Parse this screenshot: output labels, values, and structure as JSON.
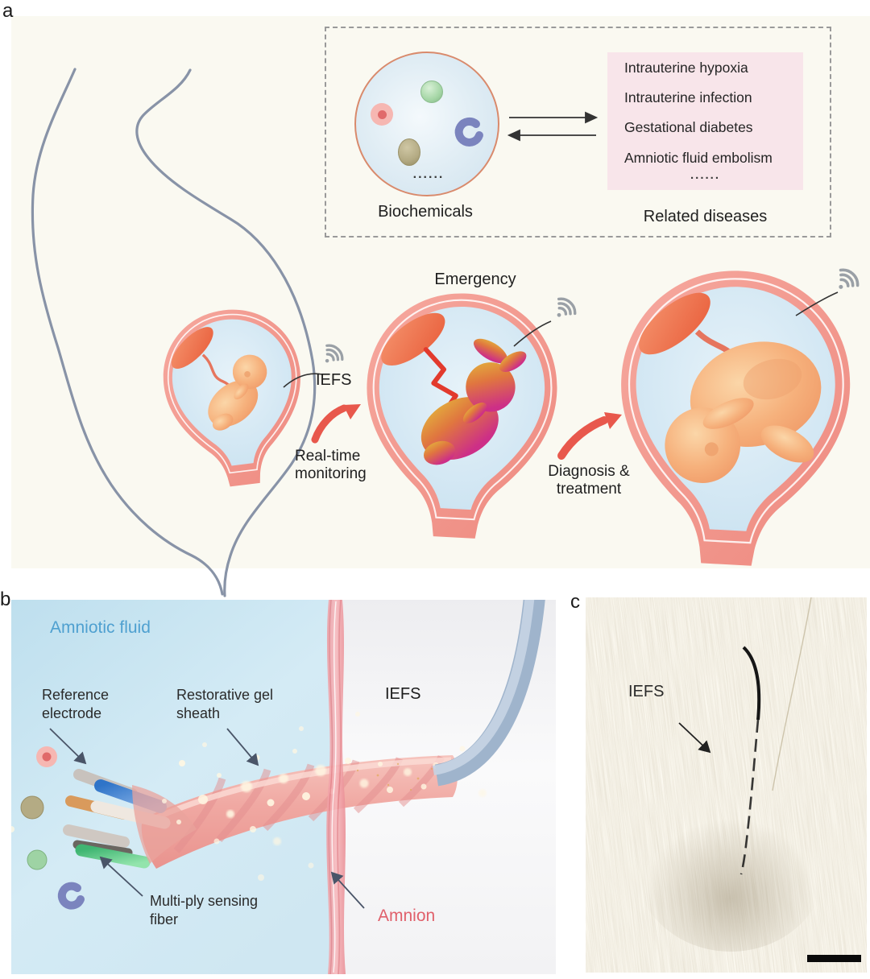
{
  "figure": {
    "panelA": {
      "letter": "a",
      "inset": {
        "biochemicals_label": "Biochemicals",
        "related_diseases_label": "Related diseases",
        "diseases": [
          "Intrauterine hypoxia",
          "Intrauterine infection",
          "Gestational diabetes",
          "Amniotic fluid embolism"
        ],
        "diseases_ellipsis": "......",
        "circle_ellipsis": "......"
      },
      "labels": {
        "iefs": "IEFS",
        "emergency": "Emergency",
        "real_time_monitoring": "Real-time monitoring",
        "diagnosis_treatment": "Diagnosis & treatment"
      }
    },
    "panelB": {
      "letter": "b",
      "labels": {
        "amniotic_fluid": "Amniotic fluid",
        "reference_electrode": "Reference electrode",
        "restorative_gel_sheath": "Restorative gel sheath",
        "iefs": "IEFS",
        "multi_ply_sensing_fiber": "Multi-ply sensing fiber",
        "amnion": "Amnion"
      }
    },
    "panelC": {
      "letter": "c",
      "labels": {
        "iefs": "IEFS"
      }
    }
  },
  "colors": {
    "panel_a_background": "#faf9f1",
    "uterus_wall": "#f2968c",
    "amniotic_fluid_fill": "#cde4f1",
    "fetus_skin": "#f5ab74",
    "placenta": "#ee7d57",
    "emergency_fetus_top": "#e3b43c",
    "emergency_fetus_bottom": "#cd2f87",
    "red_arrow": "#e8584c",
    "diseases_box": "#f8e5ea",
    "amniotic_fluid_label": "#4fa0d0",
    "amnion_label": "#e0606b",
    "iefs_cable": "#a9bdd6",
    "wifi_icon": "#9aa0a6",
    "text": "#1f1f1f"
  }
}
